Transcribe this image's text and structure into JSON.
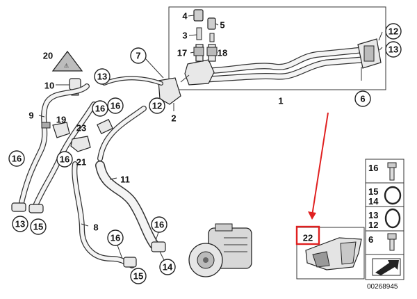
{
  "diagram": {
    "callouts": {
      "c1": "1",
      "c2": "2",
      "c4": "4",
      "c5": "5",
      "c3": "3",
      "c17": "17",
      "c18": "18",
      "c6": "6",
      "c7": "7",
      "c8": "8",
      "c9": "9",
      "c10": "10",
      "c11": "11",
      "c12a": "12",
      "c12b": "12",
      "c13a": "13",
      "c13b": "13",
      "c13c": "13",
      "c14": "14",
      "c15a": "15",
      "c15b": "15",
      "c16a": "16",
      "c16b": "16",
      "c16c": "16",
      "c16d": "16",
      "c16e": "16",
      "c16f": "16",
      "c19": "19",
      "c20": "20",
      "c21": "21",
      "c22": "22",
      "c23": "23"
    },
    "legend": {
      "r1a": "16",
      "r2a": "15",
      "r2b": "14",
      "r3a": "13",
      "r3b": "12",
      "r4a": "6"
    },
    "footer_code": "00268945",
    "highlight_color": "#e02020",
    "icons": [
      "warning-triangle-icon",
      "screw-icon",
      "o-ring-icon",
      "arrow-icon"
    ]
  }
}
